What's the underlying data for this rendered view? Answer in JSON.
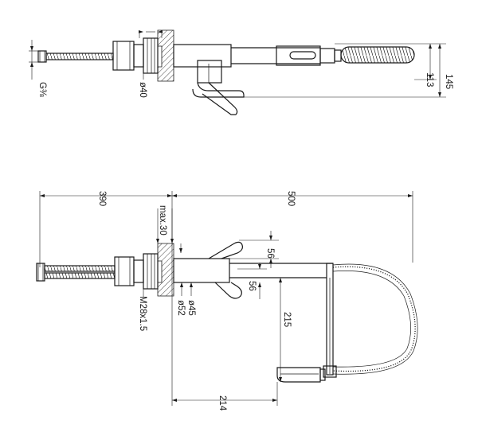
{
  "top_view": {
    "dim_height_total": "145",
    "dim_height_spray": "113",
    "dim_thread": "G⅜",
    "dim_diameter_base": "ø40"
  },
  "side_view": {
    "dim_reach_left": "390",
    "dim_reach_right": "500",
    "dim_deck_thickness": "max.30",
    "dim_lever_upper": "56",
    "dim_lever_lower": "56",
    "dim_spout_drop": "215",
    "dim_spout_projection": "214",
    "dim_diameter_body": "ø45",
    "dim_diameter_base": "ø52",
    "dim_thread": "M28x1.5"
  }
}
